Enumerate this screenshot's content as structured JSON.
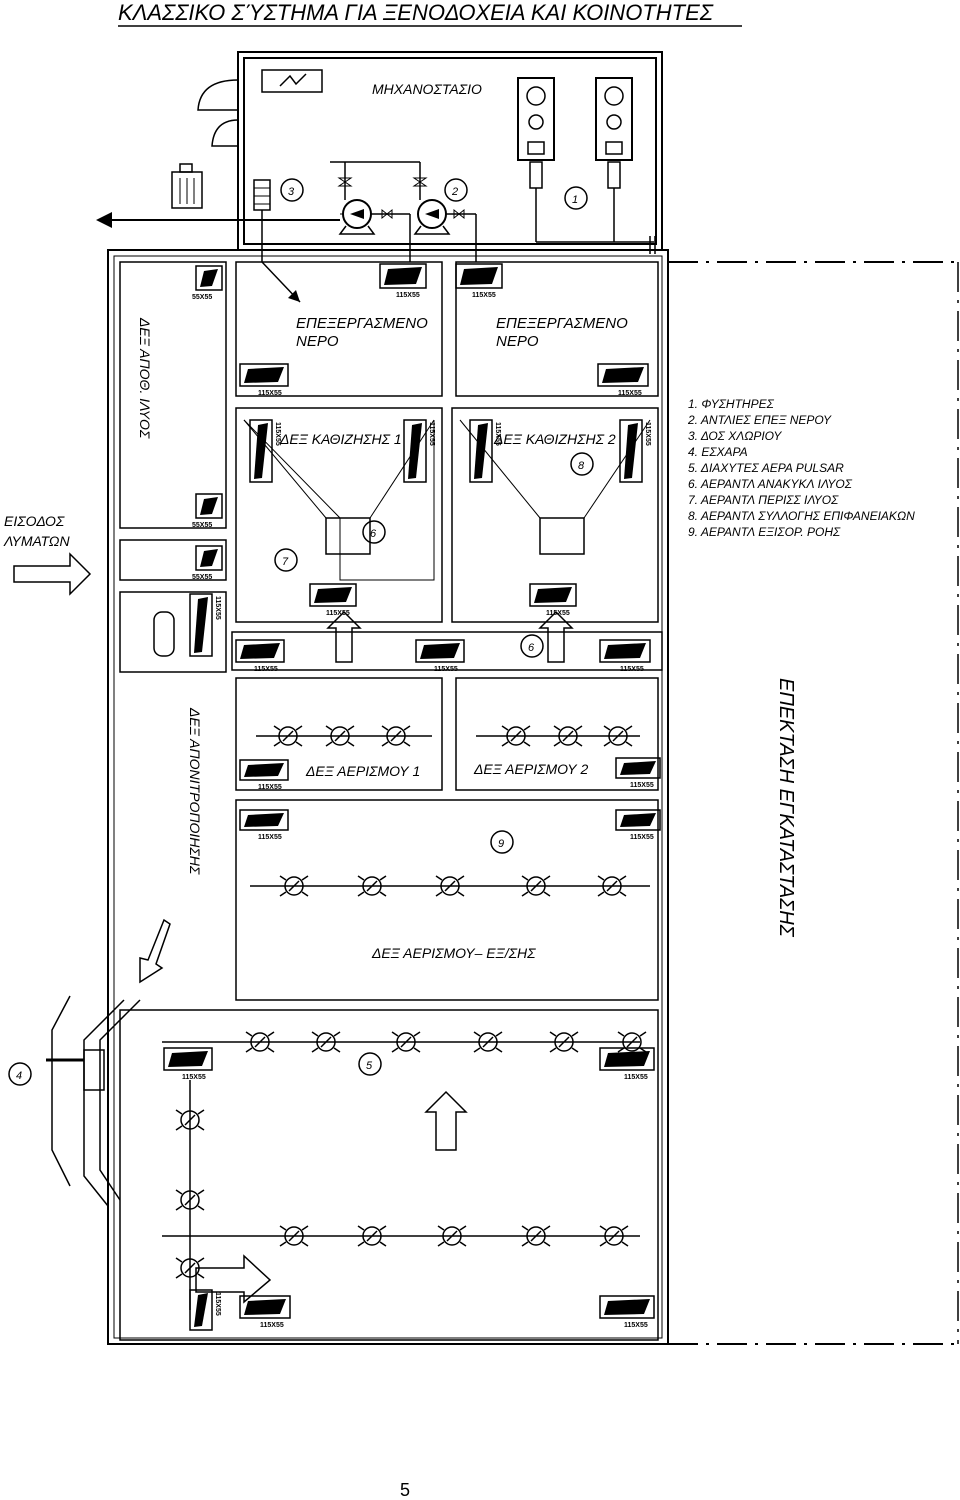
{
  "title": "ΚΛΑΣΣΙΚΟ ΣΎΣΤΗΜΑ ΓΙΑ ΞΕΝΟΔΟΧΕΙΑ ΚΑΙ ΚΟΙΝΟΤΗΤΕΣ",
  "machine_room": "ΜΗΧΑΝΟΣΤΑΣΙΟ",
  "inlet_label": [
    "ΕΙΣΟΔΟΣ",
    "ΛΥΜΑΤΩΝ"
  ],
  "treated_water": [
    "ΕΠΕΞΕΡΓΑΣΜΕΝΟ",
    "ΝΕΡΟ"
  ],
  "tanks": {
    "sludge_storage": "ΔΕΞ ΑΠΟΘ. ΙΛΥΟΣ",
    "settling_1": "ΔΕΞ ΚΑΘΙΖΗΣΗΣ 1",
    "settling_2": "ΔΕΞ ΚΑΘΙΖΗΣΗΣ 2",
    "denitrification": "ΔΕΞ ΑΠΟΝΙΤΡΟΠΟΙΗΣΗΣ",
    "aeration_1": "ΔΕΞ ΑΕΡΙΣΜΟΥ 1",
    "aeration_2": "ΔΕΞ ΑΕΡΙΣΜΟΥ 2",
    "aeration_balance": "ΔΕΞ ΑΕΡΙΣΜΟΥ– ΕΞ/ΣΗΣ"
  },
  "expansion": "ΕΠΕΚΤΑΣΗ ΕΓΚΑΤΑΣΤΑΣΗΣ",
  "legend": [
    "1. ΦΥΣΗΤΗΡΕΣ",
    "2. ΑΝΤΛΙΕΣ ΕΠΕΞ ΝΕΡΟΥ",
    "3. ΔΟΣ ΧΛΩΡΙΟΥ",
    "4. ΕΣΧΑΡΑ",
    "5. ΔΙΑΧΥΤΕΣ ΑΕΡΑ PULSAR",
    "6. ΑΕΡΑΝΤΛ ΑΝΑΚΥΚΛ ΙΛΥΟΣ",
    "7. ΑΕΡΑΝΤΛ ΠΕΡΙΣΣ ΙΛΥΟΣ",
    "8. ΑΕΡΑΝΤΛ ΣΥΛΛΟΓΗΣ ΕΠΙΦΑΝΕΙΑΚΩΝ",
    "9. ΑΕΡΑΝΤΛ ΕΞΙΣΟΡ. ΡΟΗΣ"
  ],
  "manhole_55": "55X55",
  "manhole_115": "115X55",
  "numbers": [
    "1",
    "2",
    "3",
    "4",
    "5",
    "6",
    "6",
    "7",
    "8",
    "9"
  ],
  "page_number": "5"
}
